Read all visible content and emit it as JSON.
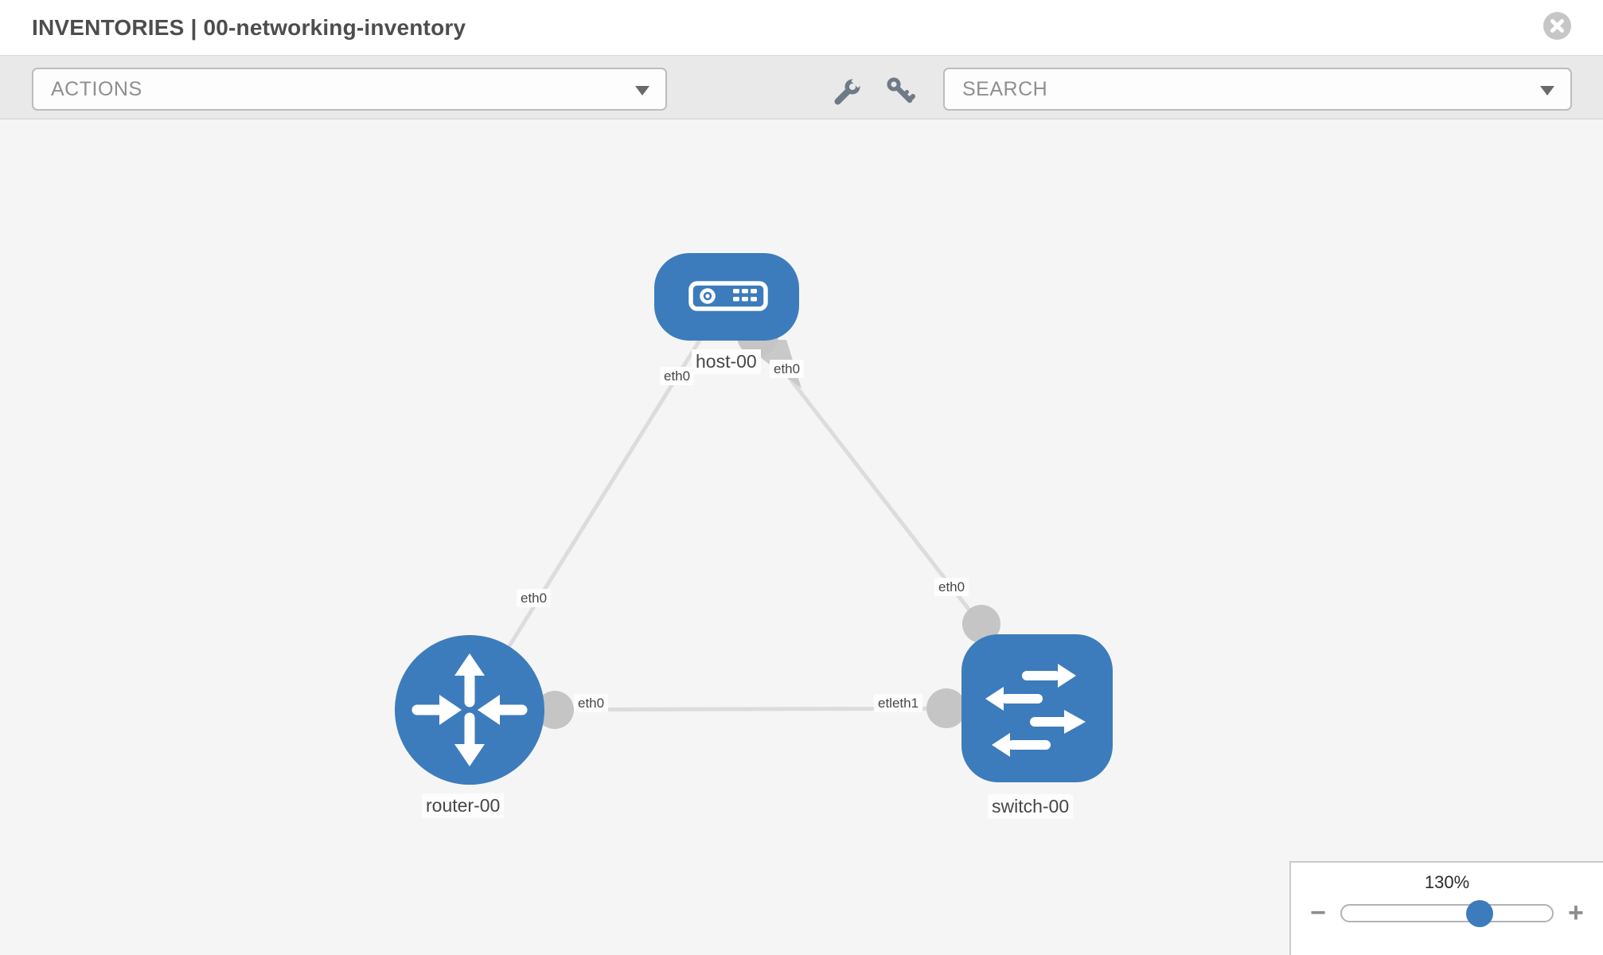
{
  "header": {
    "title": "INVENTORIES | 00-networking-inventory",
    "close_icon": "close-icon"
  },
  "toolbar": {
    "actions_label": "ACTIONS",
    "search_label": "SEARCH",
    "icons": [
      "wrench-icon",
      "key-icon"
    ]
  },
  "topology": {
    "nodes": [
      {
        "id": "host-00",
        "type": "host",
        "label": "host-00"
      },
      {
        "id": "router-00",
        "type": "router",
        "label": "router-00"
      },
      {
        "id": "switch-00",
        "type": "switch",
        "label": "switch-00"
      }
    ],
    "links": [
      {
        "from": "host-00",
        "from_interface": "eth0",
        "to": "router-00",
        "to_interface": "eth0"
      },
      {
        "from": "host-00",
        "from_interface": "eth0",
        "to": "switch-00",
        "to_interface": "eth0"
      },
      {
        "from": "router-00",
        "from_interface": "eth0",
        "to": "switch-00",
        "to_interface": "etleth1"
      }
    ],
    "interface_labels": {
      "host_end_to_router": "eth0",
      "host_end_to_switch": "eth0",
      "router_end_to_host": "eth0",
      "router_end_to_switch": "eth0",
      "switch_end_to_host": "eth0",
      "switch_end_to_router": "etleth1"
    }
  },
  "zoom_control": {
    "level": "130%",
    "percent": 130,
    "minus_glyph": "−",
    "plus_glyph": "+"
  },
  "colors": {
    "node_blue": "#3d7cbc",
    "link_gray": "#dcdcdc",
    "port_gray": "#c5c5c5",
    "canvas_bg": "#f5f5f5",
    "toolbar_bg": "#e9e9e9"
  }
}
